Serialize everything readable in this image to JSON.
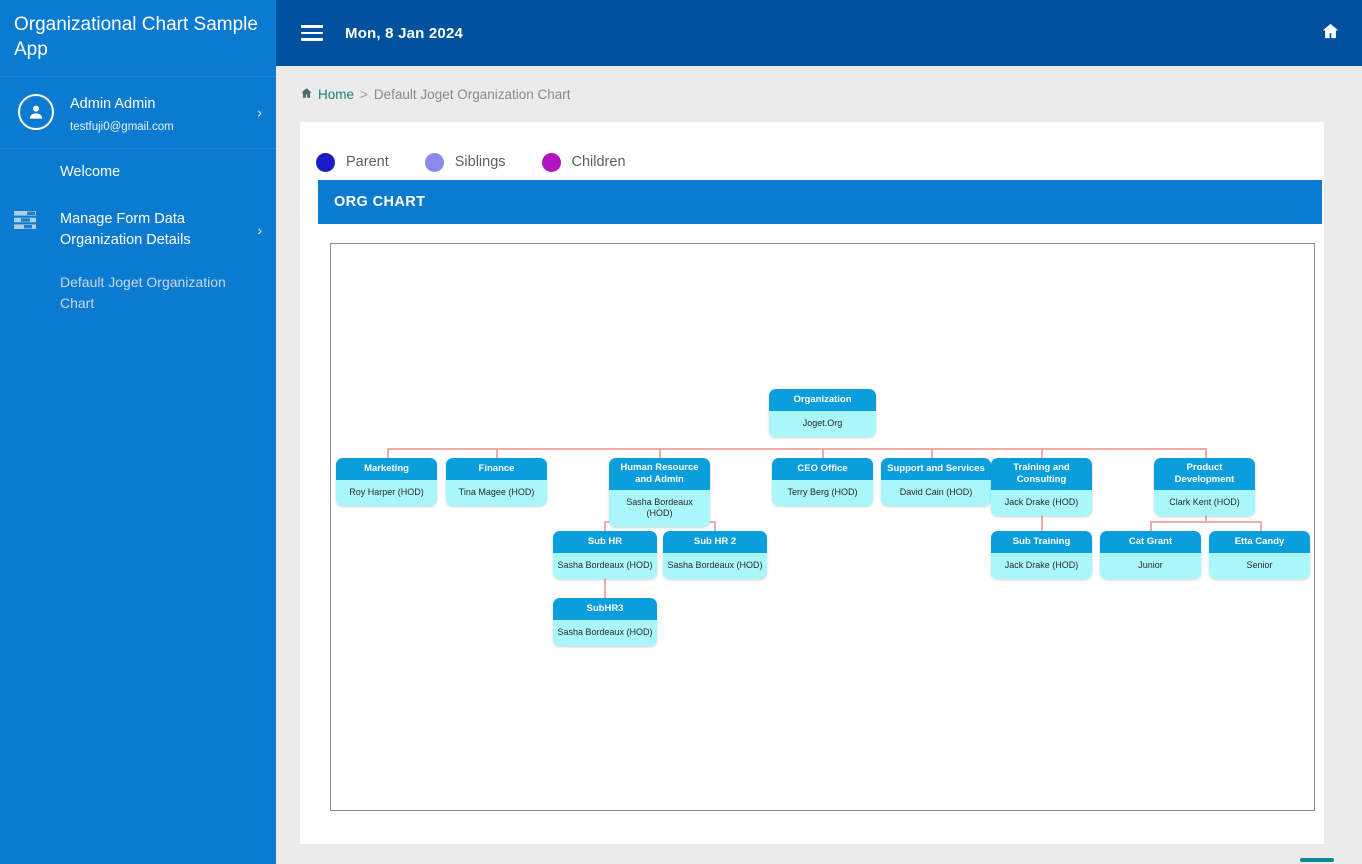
{
  "sidebar": {
    "app_title": "Organizational Chart Sample App",
    "user": {
      "name": "Admin Admin",
      "email": "testfuji0@gmail.com",
      "avatar_icon": "user-avatar-icon",
      "chevron_icon": "chevron-right-icon"
    },
    "items": [
      {
        "label": "Welcome",
        "icon": "",
        "has_chevron": false,
        "sub": false
      },
      {
        "label": "Manage Form Data Organization Details",
        "icon": "form-list-icon",
        "has_chevron": true,
        "sub": false
      },
      {
        "label": "Default Joget Organization Chart",
        "icon": "",
        "has_chevron": false,
        "sub": true
      }
    ]
  },
  "topbar": {
    "menu_icon": "hamburger-menu-icon",
    "date": "Mon, 8 Jan 2024",
    "home_icon": "home-icon"
  },
  "breadcrumb": {
    "home_icon": "home-icon",
    "home_label": "Home",
    "separator": ">",
    "current": "Default Joget Organization Chart"
  },
  "legend": {
    "items": [
      {
        "label": "Parent",
        "color": "#1a1ac6"
      },
      {
        "label": "Siblings",
        "color": "#8a8aea"
      },
      {
        "label": "Children",
        "color": "#b313c0"
      }
    ]
  },
  "panel": {
    "title": "ORG CHART",
    "header_color": "#0B7AD1"
  },
  "chart_data": {
    "type": "diagram",
    "title": "ORG CHART",
    "node_header_color": "#0b9edd",
    "node_body_color": "#aaf7fb",
    "connector_color": "#f4a9a9",
    "nodes": [
      {
        "id": "organization",
        "title": "Organization",
        "subtitle": "Joget.Org",
        "level": 0,
        "parent": null
      },
      {
        "id": "marketing",
        "title": "Marketing",
        "subtitle": "Roy Harper (HOD)",
        "level": 1,
        "parent": "organization"
      },
      {
        "id": "finance",
        "title": "Finance",
        "subtitle": "Tina Magee (HOD)",
        "level": 1,
        "parent": "organization"
      },
      {
        "id": "hr-admin",
        "title": "Human Resource and Admin",
        "subtitle": "Sasha Bordeaux (HOD)",
        "level": 1,
        "parent": "organization"
      },
      {
        "id": "ceo-office",
        "title": "CEO Office",
        "subtitle": "Terry Berg (HOD)",
        "level": 1,
        "parent": "organization"
      },
      {
        "id": "support",
        "title": "Support and Services",
        "subtitle": "David Cain (HOD)",
        "level": 1,
        "parent": "organization"
      },
      {
        "id": "training",
        "title": "Training and Consulting",
        "subtitle": "Jack Drake (HOD)",
        "level": 1,
        "parent": "organization"
      },
      {
        "id": "product-dev",
        "title": "Product Development",
        "subtitle": "Clark Kent (HOD)",
        "level": 1,
        "parent": "organization"
      },
      {
        "id": "sub-hr",
        "title": "Sub HR",
        "subtitle": "Sasha Bordeaux (HOD)",
        "level": 2,
        "parent": "hr-admin"
      },
      {
        "id": "sub-hr-2",
        "title": "Sub HR 2",
        "subtitle": "Sasha Bordeaux (HOD)",
        "level": 2,
        "parent": "hr-admin"
      },
      {
        "id": "sub-training",
        "title": "Sub Training",
        "subtitle": "Jack Drake (HOD)",
        "level": 2,
        "parent": "training"
      },
      {
        "id": "cat-grant",
        "title": "Cat Grant",
        "subtitle": "Junior",
        "level": 2,
        "parent": "product-dev"
      },
      {
        "id": "etta-candy",
        "title": "Etta Candy",
        "subtitle": "Senior",
        "level": 2,
        "parent": "product-dev"
      },
      {
        "id": "sub-hr-3",
        "title": "SubHR3",
        "subtitle": "Sasha Bordeaux (HOD)",
        "level": 3,
        "parent": "sub-hr"
      }
    ]
  }
}
